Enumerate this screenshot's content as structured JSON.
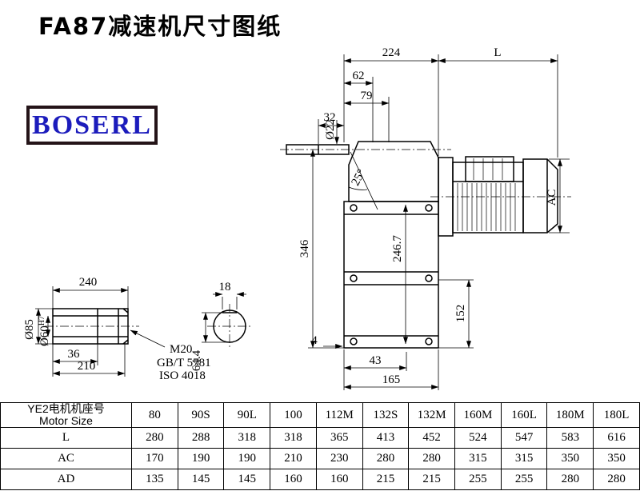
{
  "page": {
    "title": "FA87减速机尺寸图纸",
    "logo_text": "BOSERL",
    "logo_text_color": "#1c1cbc",
    "logo_border_color": "#241418"
  },
  "drawing": {
    "dims": {
      "d224": "224",
      "dL": "L",
      "d62": "62",
      "d79": "79",
      "d32": "32",
      "d22": "Ø22",
      "angle25": "25°",
      "d346": "346",
      "d246_7": "246.7",
      "dAC": "AC",
      "d152": "152",
      "d4": "4",
      "d43": "43",
      "d165": "165",
      "d240": "240",
      "d85": "Ø85",
      "d60": "Ø60",
      "d60_tol": "H7",
      "d36": "36",
      "d210": "210",
      "d18": "18",
      "d64_4": "64.4",
      "m20": "M20",
      "gbt": "GB/T 5781",
      "iso": "ISO 4018"
    }
  },
  "table": {
    "header": {
      "line1": "YE2电机机座号",
      "line2": "Motor Size"
    },
    "columns": [
      "80",
      "90S",
      "90L",
      "100",
      "112M",
      "132S",
      "132M",
      "160M",
      "160L",
      "180M",
      "180L"
    ],
    "rows": [
      {
        "label": "L",
        "values": [
          "280",
          "288",
          "318",
          "318",
          "365",
          "413",
          "452",
          "524",
          "547",
          "583",
          "616"
        ]
      },
      {
        "label": "AC",
        "values": [
          "170",
          "190",
          "190",
          "210",
          "230",
          "280",
          "280",
          "315",
          "315",
          "350",
          "350"
        ]
      },
      {
        "label": "AD",
        "values": [
          "135",
          "145",
          "145",
          "160",
          "160",
          "215",
          "215",
          "255",
          "255",
          "280",
          "280"
        ]
      }
    ]
  }
}
